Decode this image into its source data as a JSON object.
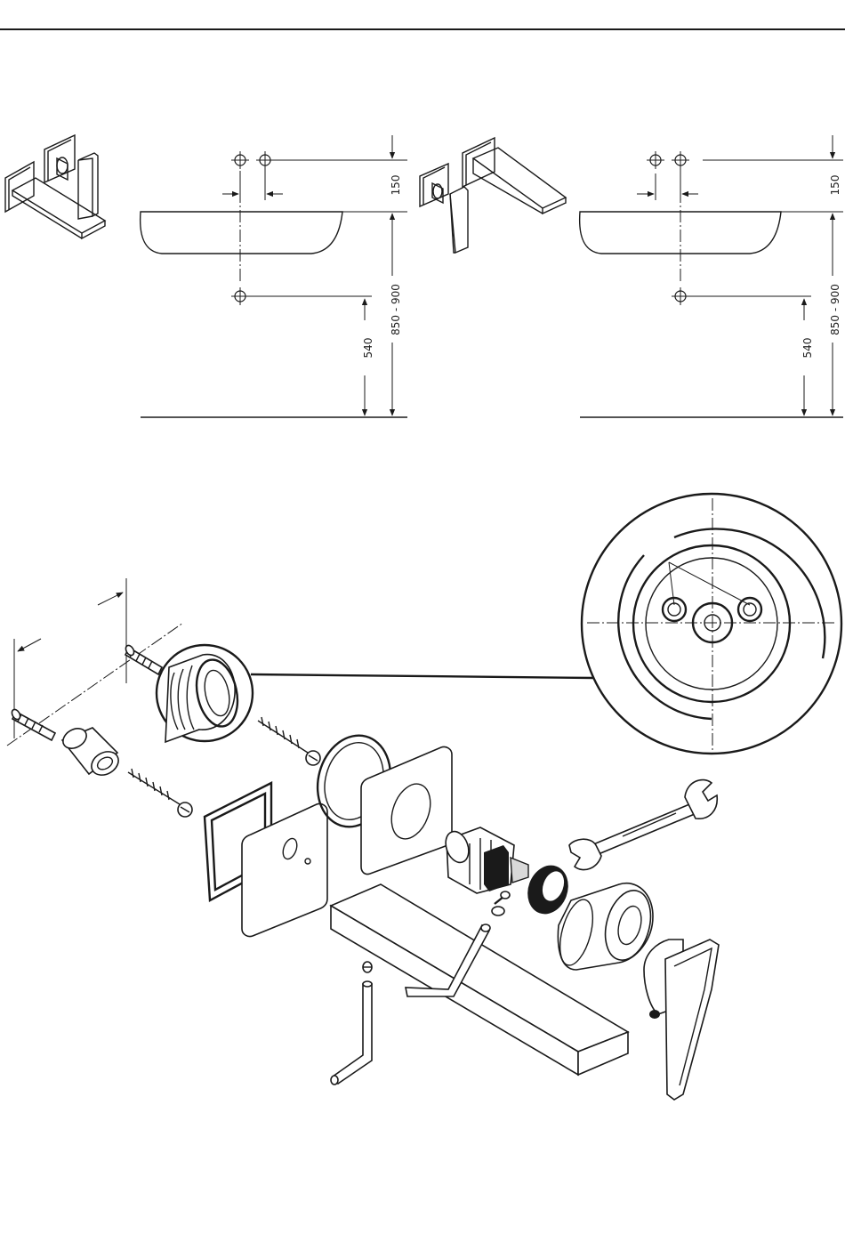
{
  "dimensions_left": {
    "dim_top": "150",
    "dim_height": "850 - 900",
    "dim_lower": "540"
  },
  "dimensions_right": {
    "dim_top": "150",
    "dim_height": "850 - 900",
    "dim_lower": "540"
  }
}
